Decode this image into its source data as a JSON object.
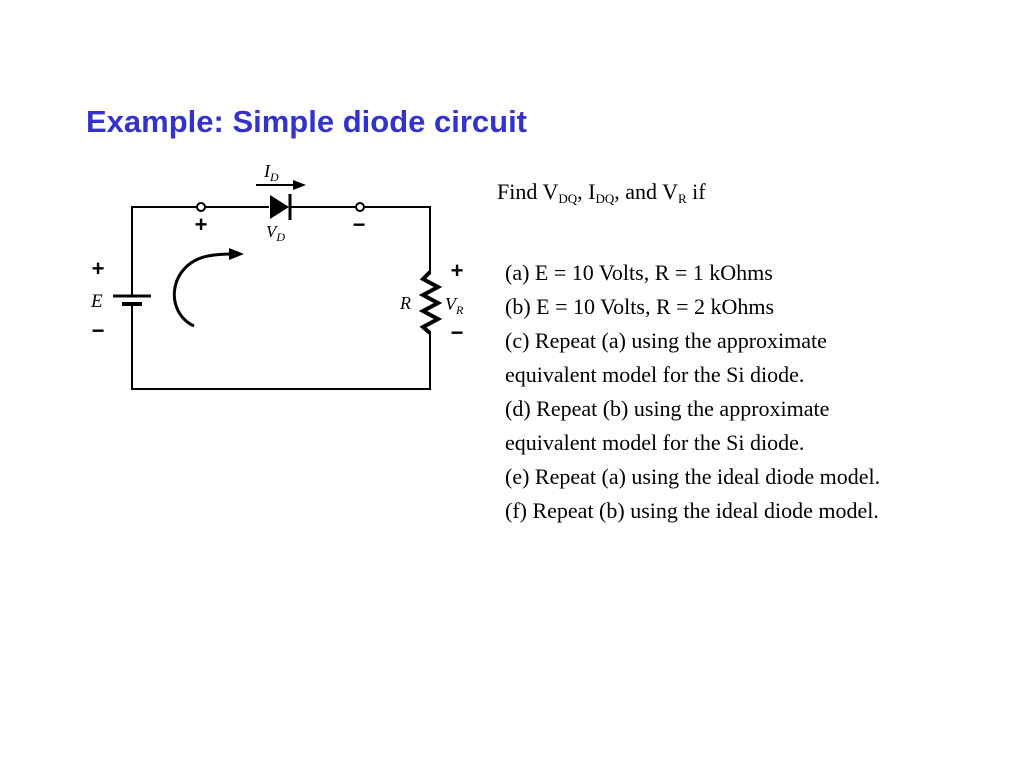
{
  "slide": {
    "title": "Example: Simple diode circuit"
  },
  "circuit": {
    "current_label": "I",
    "current_sub": "D",
    "diode_voltage_label": "V",
    "diode_voltage_sub": "D",
    "diode_plus": "+",
    "diode_minus": "−",
    "source_label": "E",
    "source_plus": "+",
    "source_minus": "−",
    "resistor_label": "R",
    "resistor_voltage_label": "V",
    "resistor_voltage_sub": "R",
    "resistor_plus": "+",
    "resistor_minus": "−"
  },
  "question": {
    "find_text": "Find V",
    "v_sub": "DQ",
    "sep1": ", I",
    "i_sub": "DQ",
    "sep2": ", and V",
    "r_sub": "R",
    "tail": " if"
  },
  "problems": [
    "(a) E = 10 Volts, R = 1 kOhms",
    "(b) E = 10 Volts, R = 2 kOhms",
    "(c) Repeat (a) using the approximate",
    "equivalent model for the Si diode.",
    "(d) Repeat (b) using the approximate",
    "equivalent model for the Si diode.",
    "(e) Repeat (a) using the ideal diode model.",
    "(f) Repeat (b) using the ideal diode model."
  ]
}
